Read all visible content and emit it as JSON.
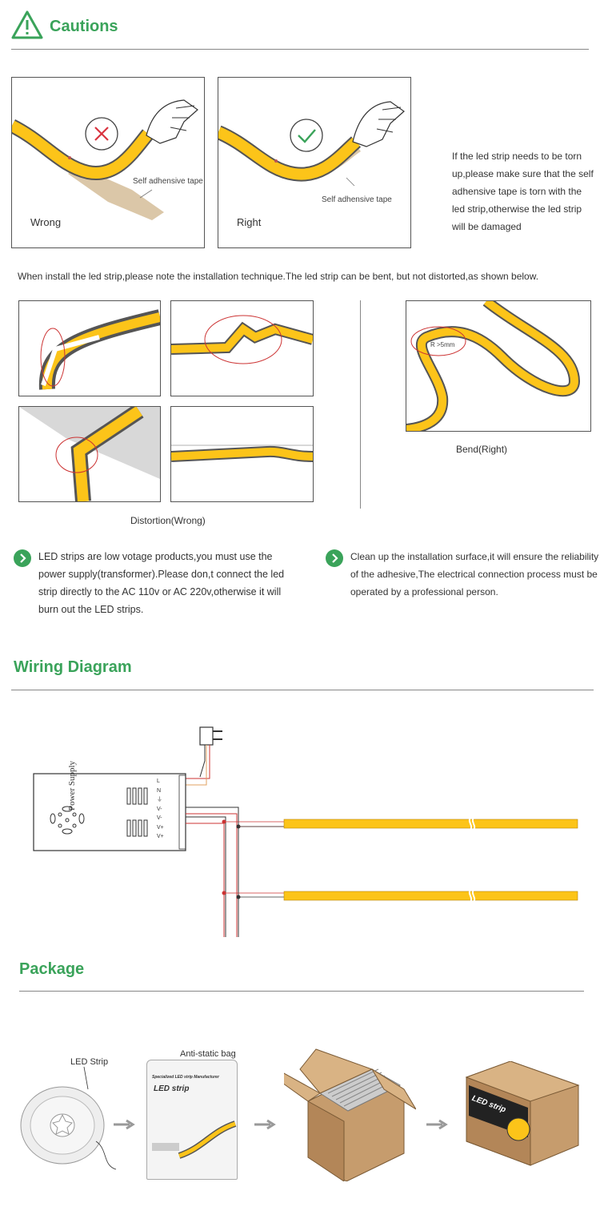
{
  "cautions": {
    "title": "Cautions",
    "wrong_label": "Wrong",
    "right_label": "Right",
    "tape_label_wrong": "Self adhensive tape",
    "tape_label_right": "Self adhensive tape",
    "side_note": [
      "If the led strip needs to be torn",
      "up,please make sure that the self",
      "adhensive tape is torn with the",
      "led strip,otherwise the led strip",
      "will be damaged"
    ],
    "install_note": "When install the led strip,please note the installation technique.The led strip can be bent, but not distorted,as shown below.",
    "distortion_label": "Distortion(Wrong)",
    "bend_label": "Bend(Right)",
    "radius_label": "R >5mm",
    "bullet_left": [
      "LED strips are low votage products,you must use the",
      "power supply(transformer).Please don,t connect the led",
      "strip directly to the AC 110v or AC 220v,otherwise it will",
      "burn out the LED strips."
    ],
    "bullet_right": [
      "Clean up the installation surface,it will ensure the reliability",
      "of the adhesive,The electrical connection process must be",
      "operated by a professional person."
    ]
  },
  "wiring": {
    "title": "Wiring Diagram",
    "psu_label": "Power Supply",
    "terminals": [
      "L",
      "N",
      "⏚",
      "V-",
      "V-",
      "V+",
      "V+"
    ]
  },
  "package": {
    "title": "Package",
    "led_strip_label": "LED Strip",
    "bag_label": "Anti-static bag",
    "bag_brand": "LED strip",
    "bag_header": "Specialized LED strip Manufacturer",
    "box_brand": "LED strip"
  },
  "colors": {
    "accent": "#3aa35a",
    "strip": "#fcc419",
    "wrong": "#d9333f"
  }
}
